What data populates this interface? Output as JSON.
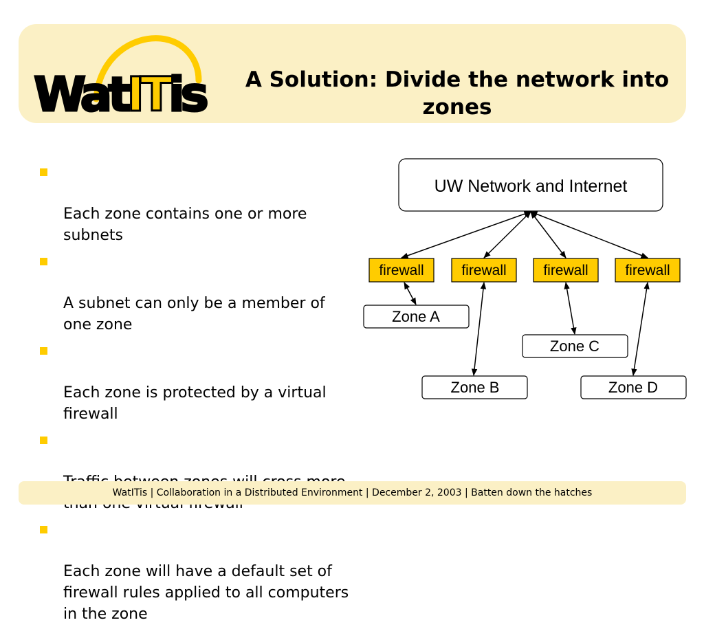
{
  "header": {
    "logo_text": "WatITis",
    "logo_parts": [
      "Wat",
      "IT",
      "is"
    ],
    "title": "A Solution: Divide the network into zones"
  },
  "bullets": [
    "Each zone contains one or more subnets",
    "A subnet can only be a member of one zone",
    "Each zone is protected by a virtual firewall",
    "Traffic between zones will cross more than one virtual firewall",
    "Each zone will have a default set of firewall rules applied to all computers in the zone"
  ],
  "diagram": {
    "top_node": "UW Network and Internet",
    "firewalls": [
      "firewall",
      "firewall",
      "firewall",
      "firewall"
    ],
    "zones": [
      "Zone A",
      "Zone B",
      "Zone C",
      "Zone D"
    ]
  },
  "footer": {
    "text": "WatITis | Collaboration in a Distributed Environment | December 2, 2003 | Batten down the hatches"
  },
  "colors": {
    "band": "#fbf0c5",
    "accent": "#ffcc00"
  }
}
